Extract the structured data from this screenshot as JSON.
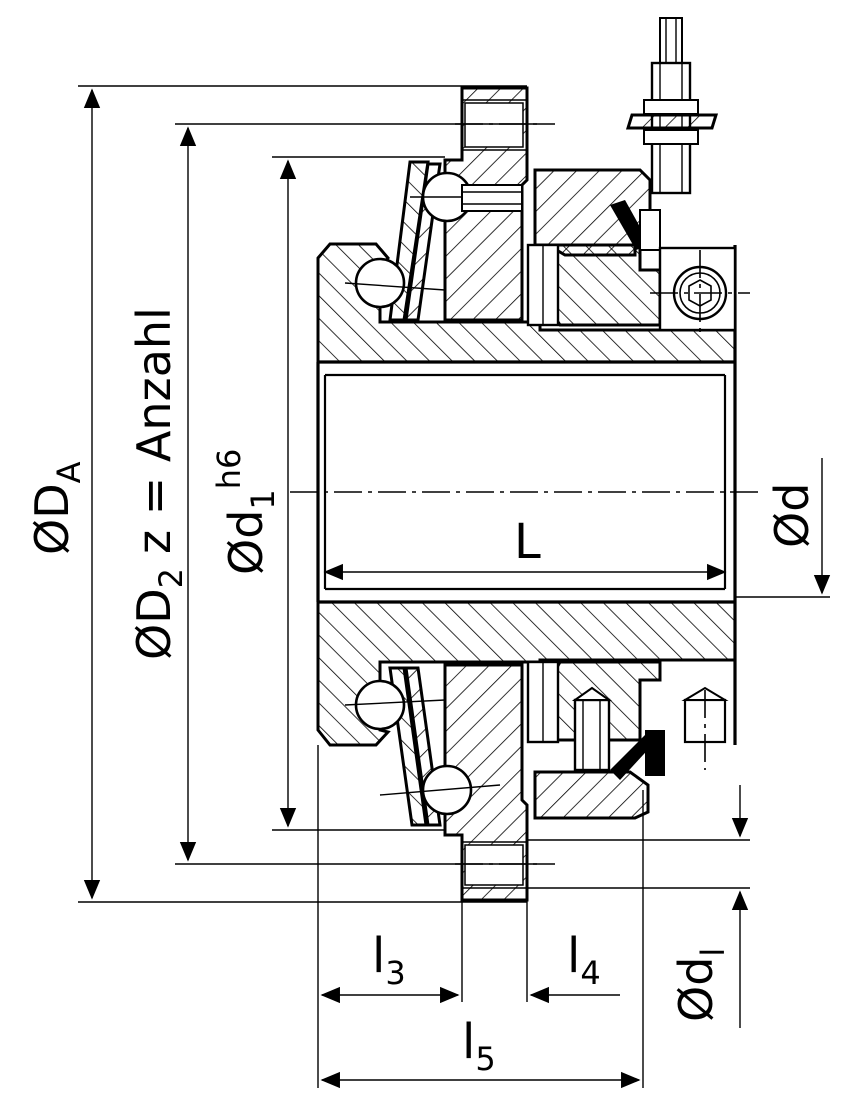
{
  "drawing": {
    "labels": {
      "da": "ØD",
      "da_sub": "A",
      "d2": "ØD",
      "d2_sub": "2",
      "d2_note": "z = Anzahl",
      "d1": "Ød",
      "d1_sub": "1",
      "d1_sup": "h6",
      "d": "Ød",
      "dl": "Ød",
      "dl_sub": "l",
      "L": "L",
      "l3": "l",
      "l3_sub": "3",
      "l4": "l",
      "l4_sub": "4",
      "l5": "l",
      "l5_sub": "5"
    }
  }
}
